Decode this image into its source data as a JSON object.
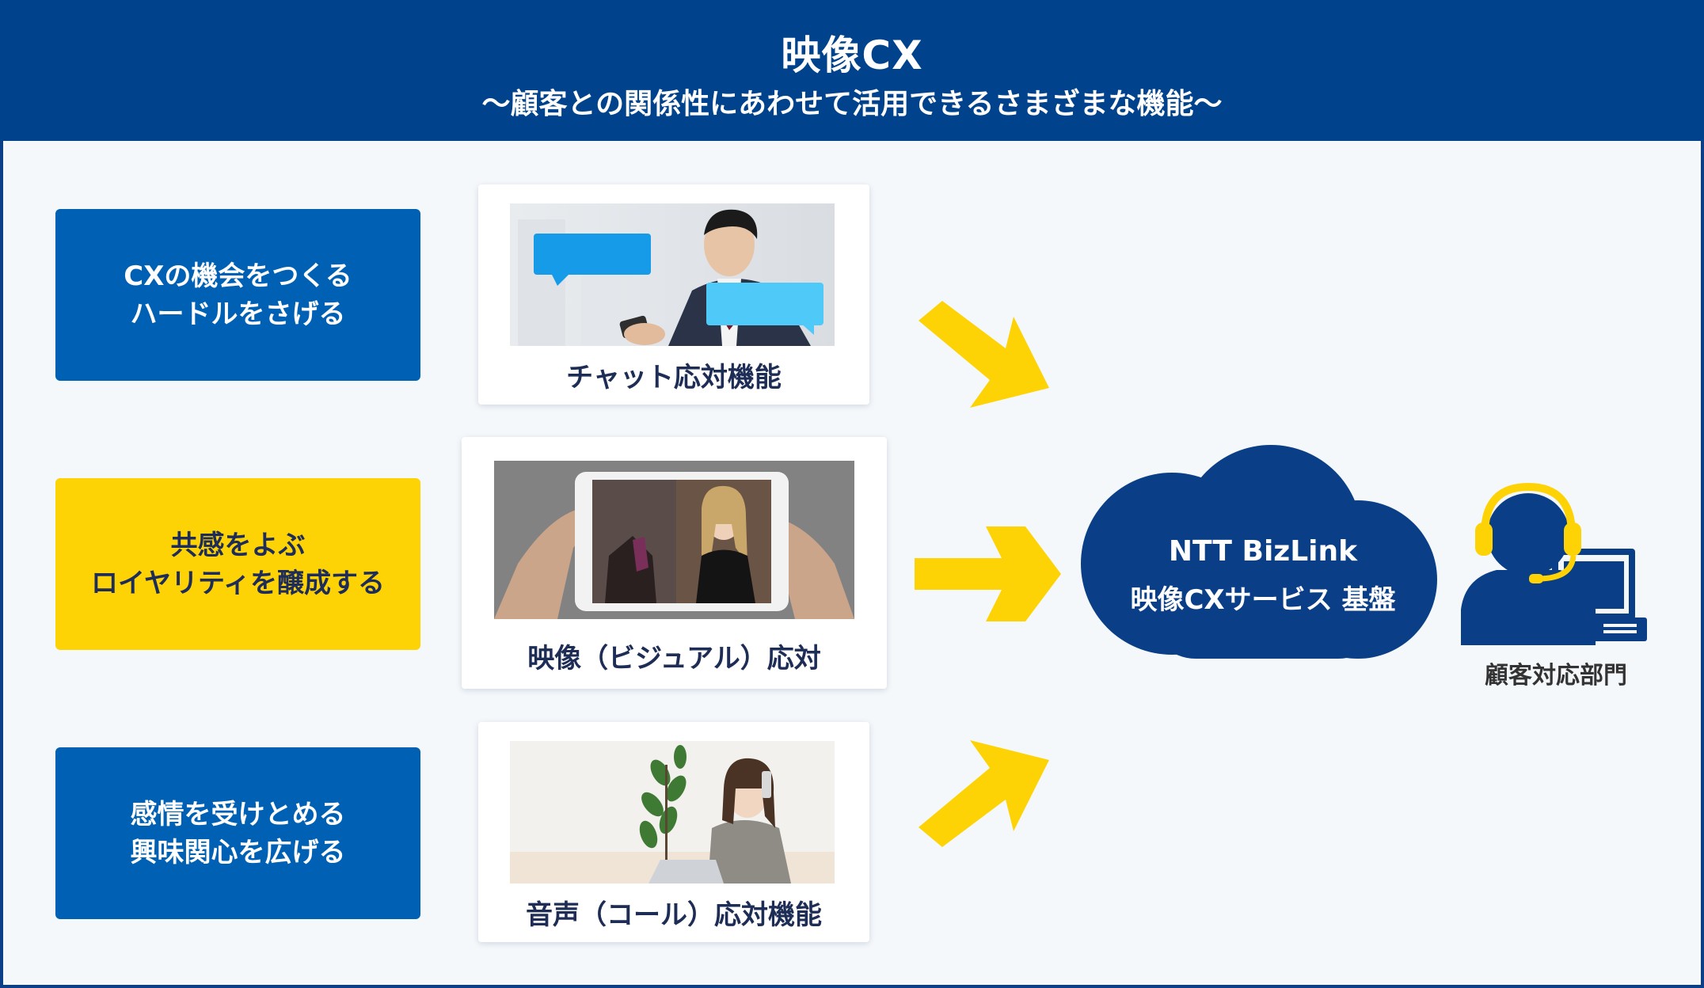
{
  "header": {
    "title": "映像CX",
    "subtitle": "〜顧客との関係性にあわせて活用できるさまざまな機能〜"
  },
  "rows": [
    {
      "tag_lines": [
        "CXの機会をつくる",
        "ハードルをさげる"
      ],
      "tag_color": "#0061b4",
      "feature": "チャット応対機能"
    },
    {
      "tag_lines": [
        "共感をよぶ",
        "ロイヤリティを醸成する"
      ],
      "tag_color": "#fdd306",
      "feature": "映像（ビジュアル）応対"
    },
    {
      "tag_lines": [
        "感情を受けとめる",
        "興味関心を広げる"
      ],
      "tag_color": "#0061b4",
      "feature": "音声（コール）応対機能"
    }
  ],
  "platform": {
    "line1": "NTT BizLink",
    "line2": "映像CXサービス 基盤"
  },
  "agent_label": "顧客対応部門",
  "colors": {
    "header_bg": "#00428c",
    "accent_yellow": "#fdd306",
    "tag_blue": "#0061b4",
    "cloud_navy": "#0a3f87"
  },
  "icons": [
    "chat-bubble-icon",
    "arrow-icon",
    "cloud-icon",
    "headset-operator-icon"
  ]
}
